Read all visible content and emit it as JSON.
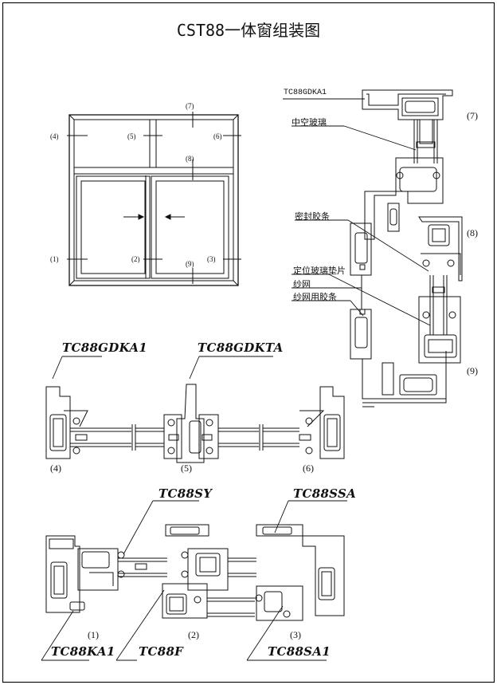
{
  "title": "CST88一体窗组装图",
  "elevation": {
    "markers": [
      "(1)",
      "(2)",
      "(3)",
      "(4)",
      "(5)",
      "(6)",
      "(7)",
      "(8)",
      "(9)"
    ]
  },
  "vertical_section": {
    "callouts": [
      "TC88GDKA1",
      "中空玻璃",
      "密封胶条",
      "定位玻璃垫片",
      "纱网",
      "纱网用胶条"
    ],
    "markers": [
      "(7)",
      "(8)",
      "(9)"
    ]
  },
  "fixed_section": {
    "codes": [
      "TC88GDKA1",
      "TC88GDKTA"
    ],
    "markers": [
      "(4)",
      "(5)",
      "(6)"
    ]
  },
  "sliding_section": {
    "codes": [
      "TC88SY",
      "TC88SSA",
      "TC88KA1",
      "TC88F",
      "TC88SA1"
    ],
    "markers": [
      "(1)",
      "(2)",
      "(3)"
    ]
  }
}
